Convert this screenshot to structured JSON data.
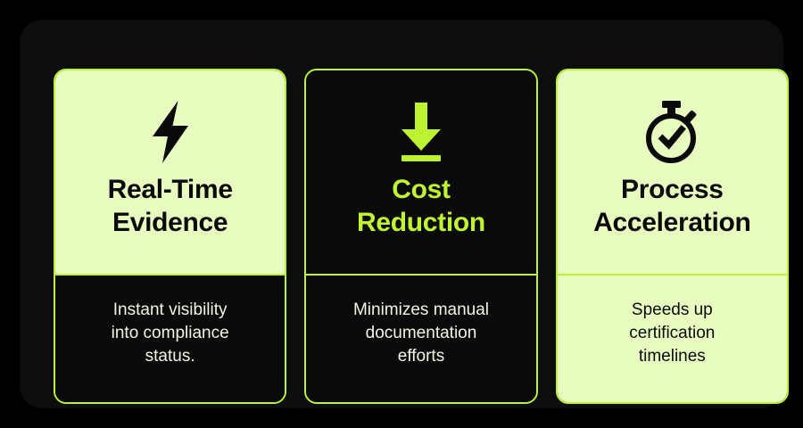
{
  "theme": {
    "page_background": "#000000",
    "panel_background": "#0d0d0d",
    "accent_lime": "#bdf230",
    "surface_light": "#e8fcc0",
    "surface_dark": "#0a0a0a",
    "text_on_light": "#0a0a0a",
    "text_on_dark": "#f1f6e2",
    "title_on_dark": "#c0f431"
  },
  "cards": [
    {
      "icon": "lightning-bolt-icon",
      "title": "Real-Time\nEvidence",
      "description": "Instant visibility\ninto compliance\nstatus.",
      "head_variant": "light",
      "body_variant": "dark",
      "title_color": "#0a0a0a",
      "description_color": "#f1f6e2",
      "icon_color": "#0a0a0a"
    },
    {
      "icon": "download-arrow-icon",
      "title": "Cost\nReduction",
      "description": "Minimizes manual\ndocumentation\nefforts",
      "head_variant": "dark",
      "body_variant": "dark",
      "title_color": "#c0f431",
      "description_color": "#f1f6e2",
      "icon_color": "#bdf230"
    },
    {
      "icon": "stopwatch-check-icon",
      "title": "Process\nAcceleration",
      "description": "Speeds up\ncertification\ntimelines",
      "head_variant": "light",
      "body_variant": "light",
      "title_color": "#0a0a0a",
      "description_color": "#0a0a0a",
      "icon_color": "#0a0a0a"
    }
  ]
}
